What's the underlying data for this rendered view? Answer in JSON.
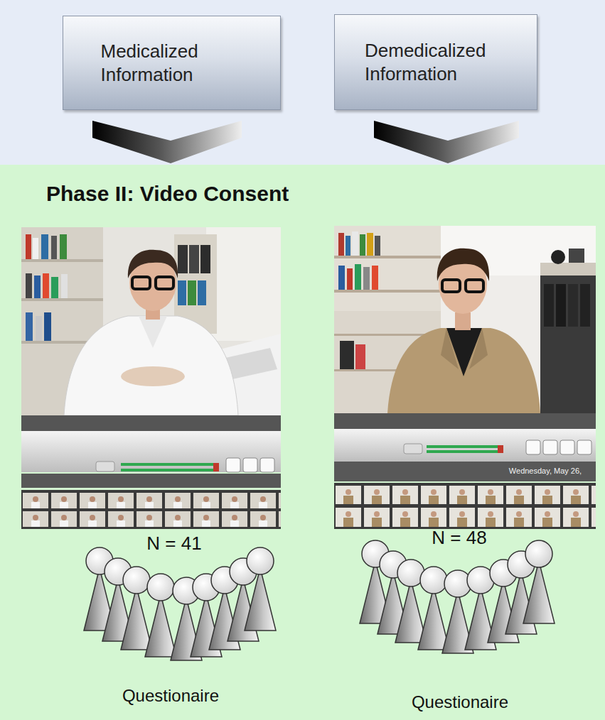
{
  "diagram": {
    "nodes": [
      {
        "text": [
          "Medicalized Information"
        ]
      },
      {
        "text": [
          "Demedicalized Information"
        ]
      },
      {
        "text": [
          "Phase II: Video Consent"
        ]
      }
    ],
    "labels": [
      "Wednesday, May 26,",
      "N = 41",
      "N = 48",
      "Questionaire",
      "Questionaire"
    ]
  }
}
